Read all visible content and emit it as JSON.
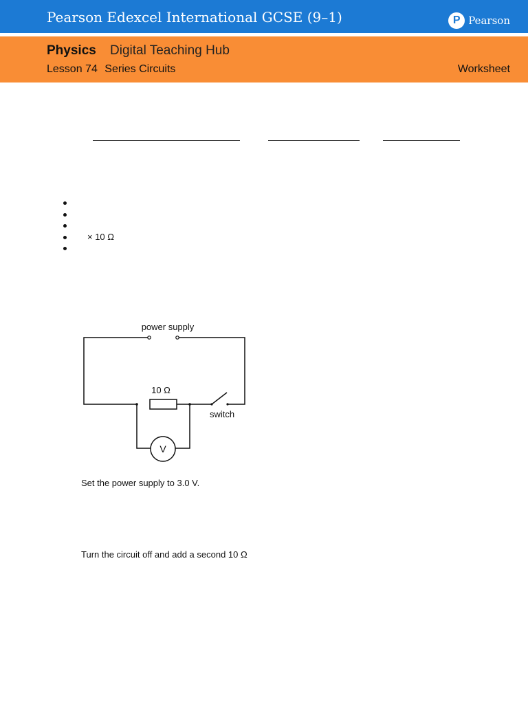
{
  "header": {
    "title": "Pearson Edexcel International GCSE (9–1)",
    "brand_logo": "P",
    "brand_name": "Pearson",
    "colors": {
      "blue": "#1c7ad4",
      "orange": "#f98d35"
    }
  },
  "subheader": {
    "subject": "Physics",
    "hub": "Digital Teaching Hub",
    "lesson": "Lesson 74",
    "topic": "Series Circuits",
    "type": "Worksheet"
  },
  "equipment": {
    "items": [
      "",
      "",
      "",
      "× 10 Ω",
      ""
    ]
  },
  "circuit": {
    "power_supply_label": "power supply",
    "resistor_label": "10 Ω",
    "switch_label": "switch",
    "voltmeter_label": "V"
  },
  "method": {
    "step1": "Set the power supply to 3.0 V.",
    "step2": "Turn the circuit off and add a second 10 Ω"
  }
}
